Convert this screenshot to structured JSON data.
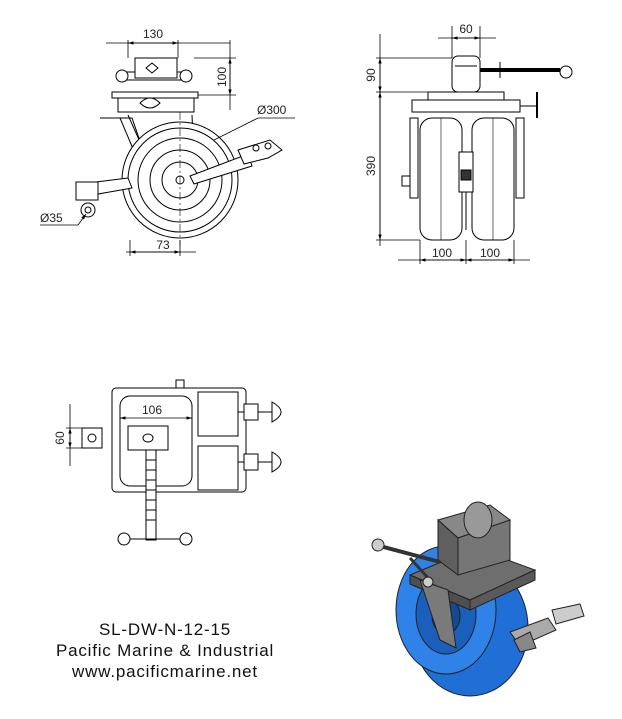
{
  "dimensions": {
    "side_width": "130",
    "side_height": "100",
    "wheel_diameter": "Ø300",
    "brake_diameter": "Ø35",
    "offset": "73",
    "front_top": "60",
    "front_upper": "90",
    "front_height": "390",
    "front_left_width": "100",
    "front_right_width": "100",
    "top_width": "106",
    "top_height": "60"
  },
  "caption": {
    "model": "SL-DW-N-12-15",
    "company": "Pacific Marine & Industrial",
    "website": "www.pacificmarine.net"
  },
  "colors": {
    "wheel_blue": "#1f6fd6",
    "metal_gray": "#6e6e6e",
    "line": "#000000"
  }
}
